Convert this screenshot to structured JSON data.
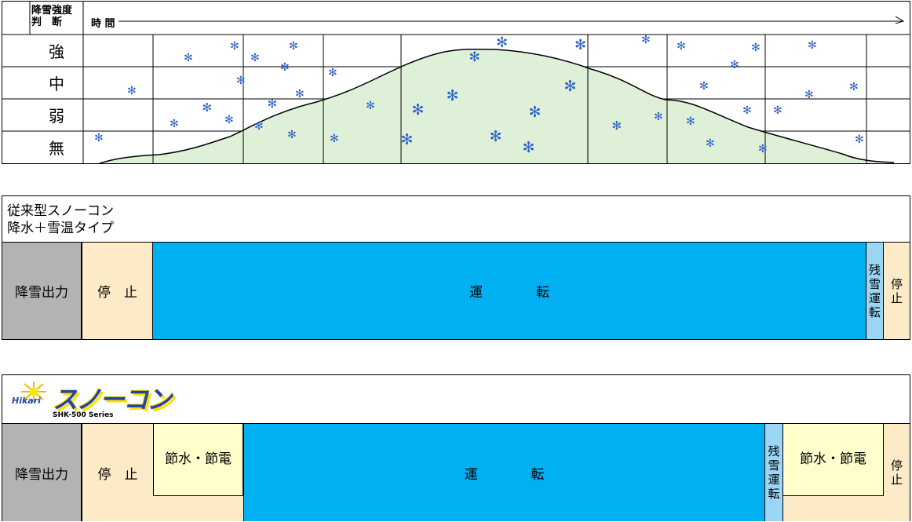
{
  "top_chart": {
    "header_label_line1": "降雪強度",
    "header_label_line2": "判　断",
    "time_label": "時 間",
    "levels": [
      "強",
      "中",
      "弱",
      "無"
    ],
    "fill_color": "#dff0d8",
    "snow_color": "#2f62c8",
    "snow_glyph": "✻"
  },
  "panel_conventional": {
    "title_line1": "従来型スノーコン",
    "title_line2": "降水＋雪温タイプ",
    "output_label": "降雪出力",
    "segments": {
      "stop1": "停　止",
      "run": "運　　　　転",
      "residual": [
        "残",
        "雪",
        "運",
        "転"
      ],
      "stop2": [
        "停",
        "止"
      ]
    }
  },
  "panel_snowcon": {
    "logo": {
      "brand_small": "Hikari",
      "brand_main": "スノーコン",
      "series": "SHK-500 Series"
    },
    "output_label": "降雪出力",
    "segments": {
      "stop1": "停　止",
      "save1": "節水・節電",
      "run": "運　　　　転",
      "residual": [
        "残",
        "雪",
        "運",
        "転"
      ],
      "save2": "節水・節電",
      "stop2": [
        "停",
        "止"
      ]
    }
  },
  "colors": {
    "gray": "#b3b3b3",
    "beige": "#fdebc8",
    "cream": "#ffffcc",
    "blue": "#00b0f0",
    "light_blue": "#9bd7f5",
    "logo_yellow": "#ffe200",
    "logo_blue": "#2244aa"
  }
}
